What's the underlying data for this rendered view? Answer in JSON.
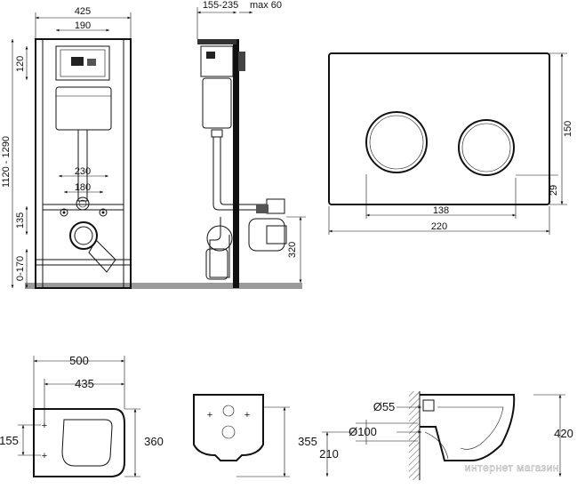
{
  "front_view": {
    "width": "425",
    "plate_width": "190",
    "plate_height": "120",
    "total_height": "1120 - 1290",
    "outlet_spacing": "230",
    "stud_spacing": "180",
    "outlet_height": "135",
    "leg_adjust": "0-170"
  },
  "side_view": {
    "depth": "155-235",
    "max_depth": "max 60",
    "outlet_height": "320"
  },
  "flush_plate": {
    "height": "150",
    "width": "220",
    "button_span": "138",
    "button_offset": "29"
  },
  "bowl_top": {
    "width": "500",
    "fix_spacing": "435",
    "fix_height": "155",
    "depth": "360"
  },
  "bowl_front": {
    "height": "355"
  },
  "bowl_side": {
    "inlet": "Ø55",
    "outlet": "Ø100",
    "outlet_height": "210",
    "total_height": "420"
  },
  "watermark": "интернет магазин"
}
